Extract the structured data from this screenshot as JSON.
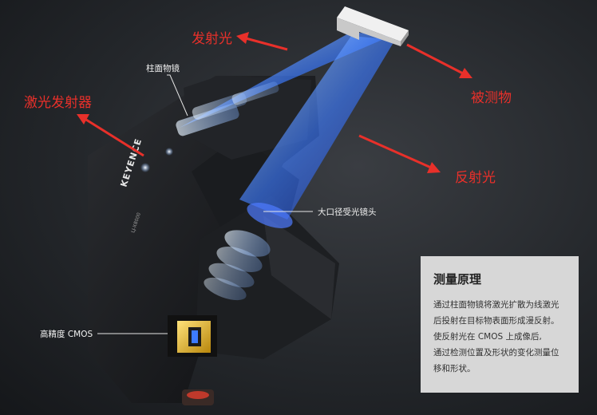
{
  "labels": {
    "emitted_light": "发射光",
    "target_object": "被测物",
    "laser_emitter": "激光发射器",
    "reflected_light": "反射光",
    "cylindrical_lens": "柱面物镜",
    "large_aperture_lens": "大口径受光镜头",
    "high_precision_cmos": "高精度 CMOS"
  },
  "device": {
    "brand_text": "KEYENCE",
    "model_text": "LJ-X8000"
  },
  "info": {
    "title": "测量原理",
    "lines": [
      "通过柱面物镜将激光扩散为线激光",
      "后投射在目标物表面形成漫反射。",
      "使反射光在 CMOS 上成像后,",
      "通过检测位置及形状的变化测量位",
      "移和形状。"
    ]
  },
  "colors": {
    "annotation_red": "#e8302a",
    "laser_blue": "#2f6dff",
    "info_background": "#d7d7d7"
  }
}
